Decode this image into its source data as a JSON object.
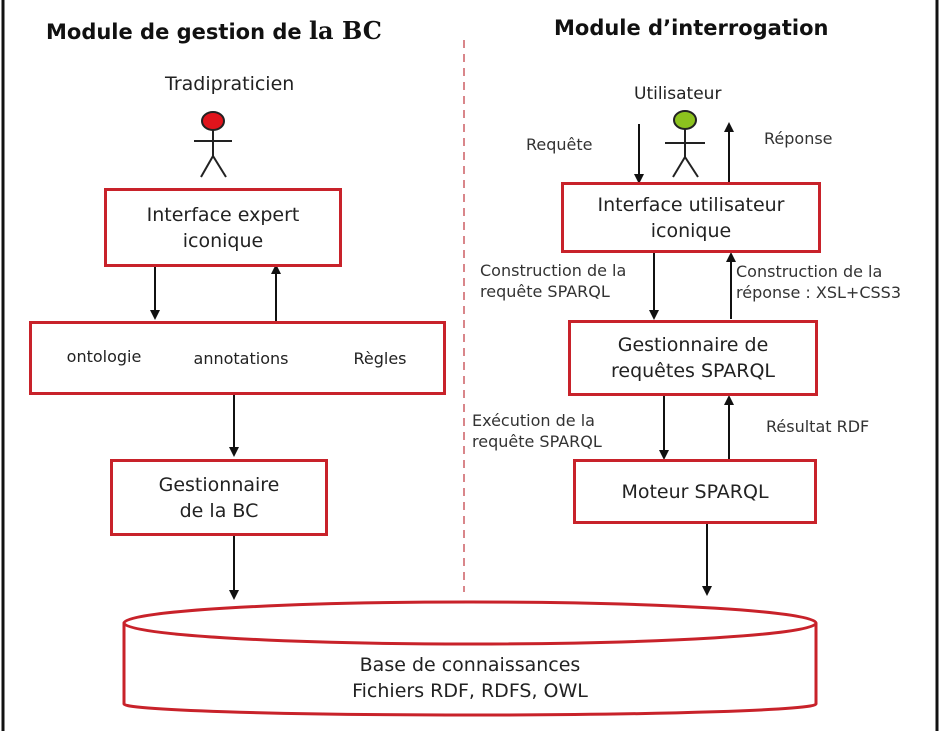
{
  "headings": {
    "left_main": "Module de gestion de ",
    "left_tail": "la BC",
    "right": "Module d’interrogation"
  },
  "left": {
    "actor": "Tradipraticien",
    "expert_interface": {
      "line1": "Interface expert",
      "line2": "iconique"
    },
    "stores": [
      "ontologie",
      "annotations",
      "Règles"
    ],
    "kb_manager": {
      "line1": "Gestionnaire",
      "line2": "de la BC"
    }
  },
  "right": {
    "actor": "Utilisateur",
    "request_label": "Requête",
    "response_label": "Réponse",
    "user_interface": {
      "line1": "Interface utilisateur",
      "line2": "iconique"
    },
    "build_query": {
      "line1": "Construction de la",
      "line2": "requête SPARQL"
    },
    "build_response": {
      "line1": "Construction de la",
      "line2": "réponse : XSL+CSS3"
    },
    "query_manager": {
      "line1": "Gestionnaire de",
      "line2": "requêtes SPARQL"
    },
    "exec_query": {
      "line1": "Exécution de la",
      "line2": "requête SPARQL"
    },
    "rdf_result": "Résultat RDF",
    "engine": "Moteur SPARQL"
  },
  "knowledge_base": {
    "line1": "Base de connaissances",
    "line2": "Fichiers RDF, RDFS, OWL"
  },
  "colors": {
    "border_red": "#c8222a",
    "left_actor_head": "#e0141c",
    "right_actor_head": "#8cc21e",
    "divider": "#d9868a"
  }
}
